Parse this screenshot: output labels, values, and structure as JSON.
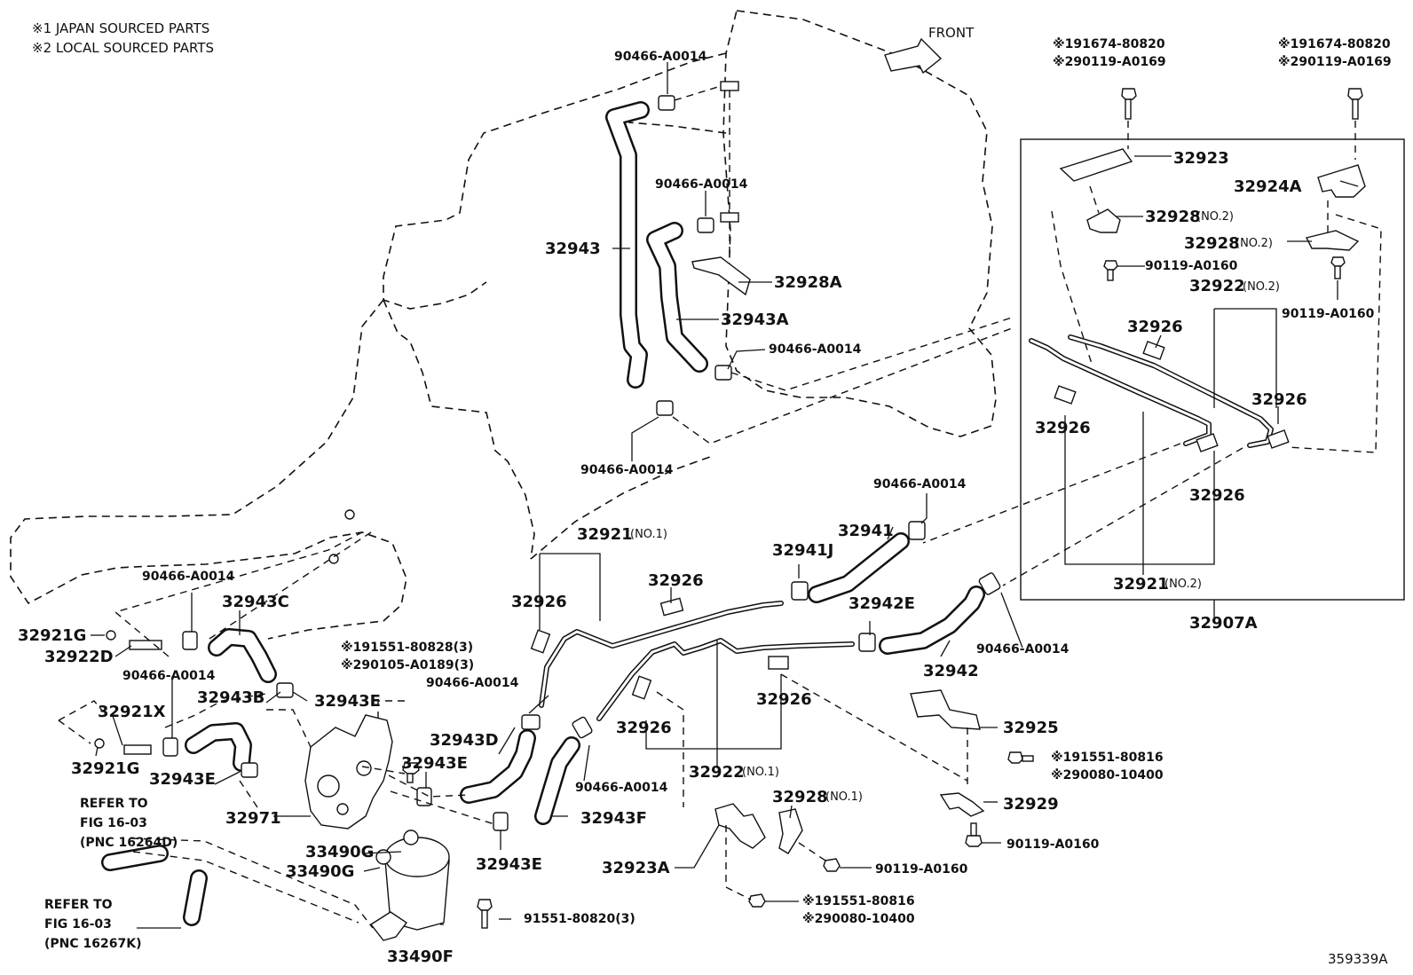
{
  "notes": [
    "※1 JAPAN SOURCED PARTS",
    "※2 LOCAL SOURCED PARTS"
  ],
  "front_label": "FRONT",
  "figure_id": "359339A",
  "labels": {
    "c90466_top": "90466-A0014",
    "c90466_mid": "90466-A0014",
    "p32943": "32943",
    "p32928A": "32928A",
    "p32943A": "32943A",
    "c90466_r": "90466-A0014",
    "c90466_bot": "90466-A0014",
    "b1_j": "※191674-80820",
    "b1_l": "※290119-A0169",
    "b2_j": "※191674-80820",
    "b2_l": "※290119-A0169",
    "p32923": "32923",
    "p32924A": "32924A",
    "p32928_a": "32928",
    "p32928_b": "32928",
    "b90119_a": "90119-A0160",
    "p32922_no2": "32922",
    "b90119_b": "90119-A0160",
    "p32926_a": "32926",
    "p32926_b": "32926",
    "p32926_c": "32926",
    "p32926_d": "32926",
    "p32921_no2": "32921",
    "p32907A": "32907A",
    "c90466_41": "90466-A0014",
    "p32941": "32941",
    "p32941J": "32941J",
    "p32921_no1": "32921",
    "p32926_e": "32926",
    "p32926_f": "32926",
    "p32942E": "32942E",
    "p32942": "32942",
    "c90466_42": "90466-A0014",
    "c90466_l": "90466-A0014",
    "p32943C": "32943C",
    "p32921G_a": "32921G",
    "p32922D": "32922D",
    "c90466_l2": "90466-A0014",
    "p32921X": "32921X",
    "p32943B": "32943B",
    "p32943E_a": "32943E",
    "p32921G_b": "32921G",
    "p32943E_b": "32943E",
    "refer1_a": "REFER TO",
    "refer1_b": "FIG 16-03",
    "refer1_c": "(PNC 16264D)",
    "b191551_j": "※191551-80828(3)",
    "b290105_l": "※290105-A0189(3)",
    "c90466_d": "90466-A0014",
    "p32943D": "32943D",
    "p32943E_c": "32943E",
    "p32971": "32971",
    "p32926_g": "32926",
    "p32926_h": "32926",
    "p32922_no1": "32922",
    "c90466_f": "90466-A0014",
    "p32943F": "32943F",
    "p32943E_d": "32943E",
    "p33490G_a": "33490G",
    "p33490G_b": "33490G",
    "b91551": "91551-80820(3)",
    "p33490F": "33490F",
    "refer2_a": "REFER TO",
    "refer2_b": "FIG 16-03",
    "refer2_c": "(PNC 16267K)",
    "p32925": "32925",
    "b191551_816a": "※191551-80816",
    "b290080_a": "※290080-10400",
    "p32929": "32929",
    "b90119_c": "90119-A0160",
    "p32928_no1": "32928",
    "b90119_d": "90119-A0160",
    "p32923A": "32923A",
    "b191551_816b": "※191551-80816",
    "b290080_b": "※290080-10400",
    "s_no2_a": "(NO.2)",
    "s_no2_b": "(NO.2)",
    "s_no2_c": "(NO.2)",
    "s_no2_d": "(NO.2)",
    "s_no1_a": "(NO.1)",
    "s_no1_b": "(NO.1)",
    "s_no1_c": "(NO.1)"
  }
}
